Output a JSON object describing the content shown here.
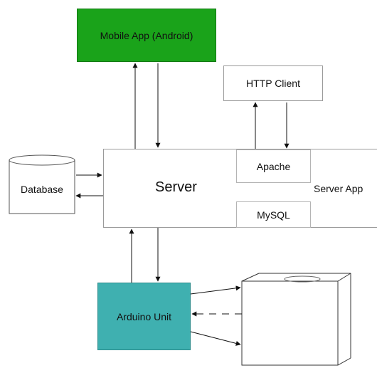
{
  "nodes": {
    "mobile_app": "Mobile App (Android)",
    "http_client": "HTTP Client",
    "server": "Server",
    "apache": "Apache",
    "mysql": "MySQL",
    "server_app": "Server App",
    "database": "Database",
    "arduino": "Arduino Unit"
  },
  "colors": {
    "mobile_app_fill": "#1aa31a",
    "arduino_fill": "#3fb0b0"
  }
}
